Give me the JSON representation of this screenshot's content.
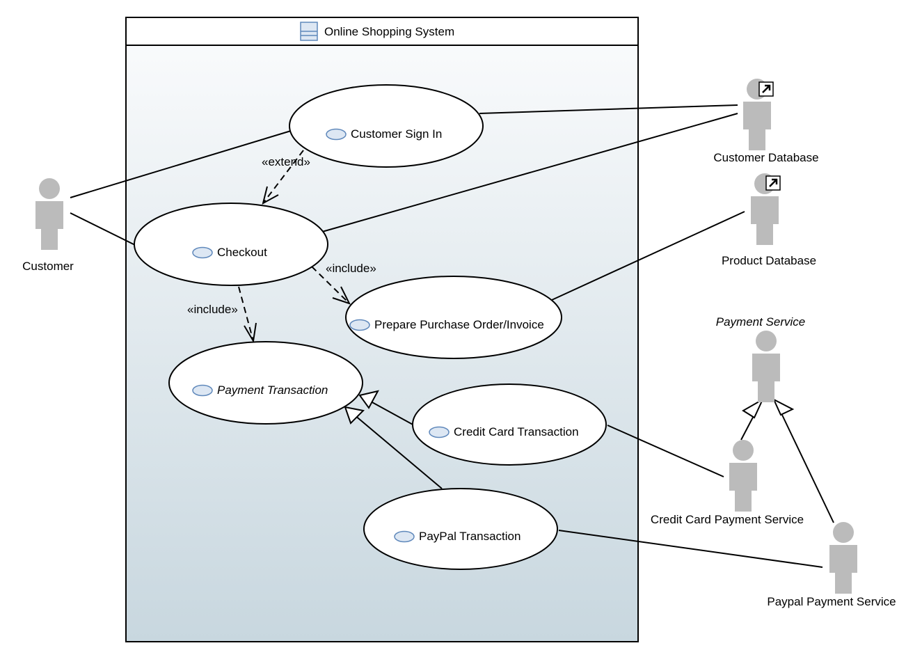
{
  "system": {
    "title": "Online Shopping System",
    "gradient_top": "#fbfcfd",
    "gradient_bottom": "#c8d7df"
  },
  "actors": {
    "customer": "Customer",
    "customer_db": "Customer Database",
    "product_db": "Product Database",
    "payment_service": "Payment Service",
    "credit_card_service": "Credit Card Payment Service",
    "paypal_service": "Paypal Payment Service"
  },
  "use_cases": {
    "sign_in": "Customer Sign In",
    "checkout": "Checkout",
    "purchase_order": "Prepare Purchase Order/Invoice",
    "payment_transaction": "Payment Transaction",
    "credit_card_transaction": "Credit Card Transaction",
    "paypal_transaction": "PayPal Transaction"
  },
  "relations": {
    "extend": "«extend»",
    "include_po": "«include»",
    "include_payment": "«include»"
  },
  "colors": {
    "actor_fill": "#bbbbbb",
    "usecase_icon_stroke": "#5f88bb",
    "system_border": "#000000"
  }
}
